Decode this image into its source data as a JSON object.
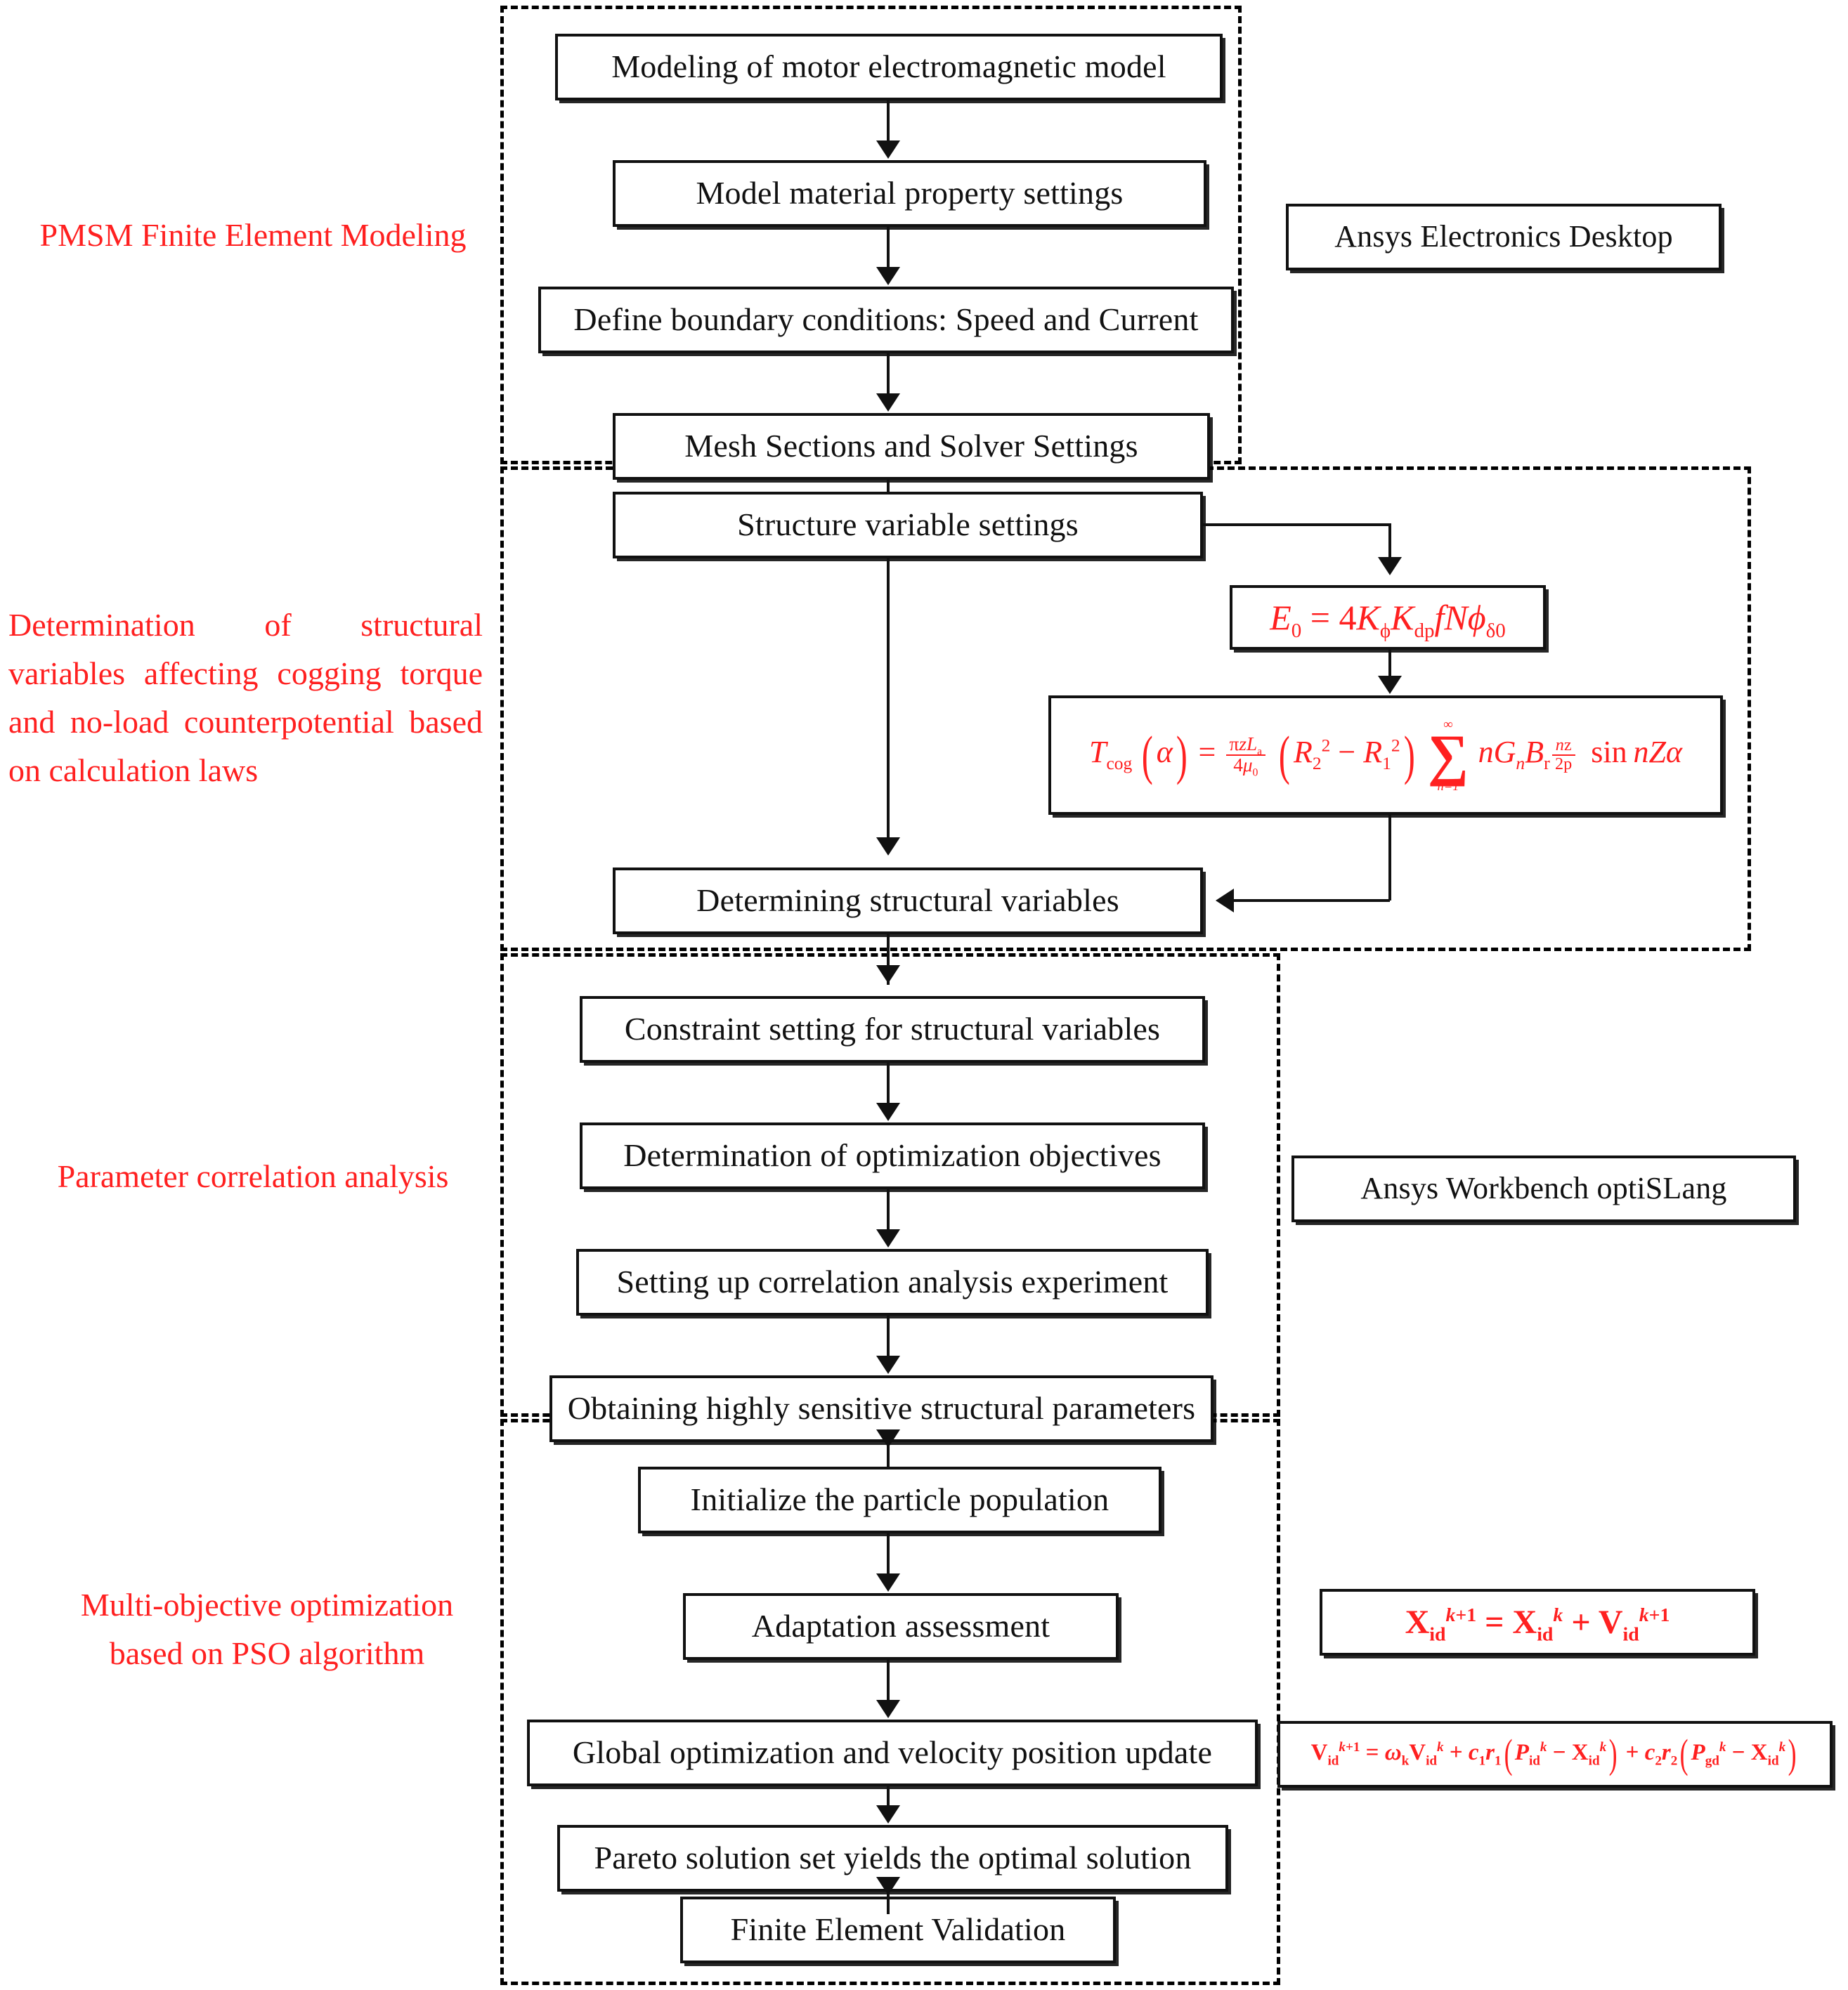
{
  "figure": {
    "type": "flowchart",
    "title": "PMSM multi-objective optimization design workflow",
    "accent_color": "#ff2020",
    "line_color": "#111111"
  },
  "sections": [
    {
      "id": "pmsm-finite-element-modeling",
      "caption": "PMSM Finite Element Modeling",
      "tool_label": "Ansys Electronics Desktop",
      "steps": [
        "Modeling of motor electromagnetic model",
        "Model material property settings",
        "Define boundary conditions: Speed and Current",
        "Mesh Sections and Solver Settings"
      ]
    },
    {
      "id": "structural-variable-determination",
      "caption": "Determination of structural variables affecting cogging torque and no-load counterpotential based on calculation laws",
      "steps": [
        "Structure variable settings",
        "Determining structural variables"
      ],
      "formulas": [
        {
          "id": "no-load-counterpotential",
          "plain": "E0 = 4 Kphi Kdp f N phi_delta0"
        },
        {
          "id": "cogging-torque",
          "plain": "Tcog(alpha) = (pi z La / 4 mu0) (R2^2 - R1^2) sum_{n=1}^{inf} n Gn B_{r nz/2p} sin nZ alpha"
        }
      ]
    },
    {
      "id": "parameter-correlation-analysis",
      "caption": "Parameter correlation analysis",
      "tool_label": "Ansys Workbench optiSLang",
      "steps": [
        "Constraint setting for structural variables",
        "Determination of optimization objectives",
        "Setting up correlation analysis experiment",
        "Obtaining highly sensitive structural parameters"
      ]
    },
    {
      "id": "pso-multi-objective-optimization",
      "caption": "Multi-objective  optimization based on PSO algorithm",
      "steps": [
        "Initialize the particle population",
        "Adaptation assessment",
        "Global optimization and velocity position update",
        "Pareto solution set yields the optimal solution",
        "Finite Element Validation"
      ],
      "formulas": [
        {
          "id": "pso-position-update",
          "plain": "X_id^{k+1} = X_id^{k} + V_id^{k+1}"
        },
        {
          "id": "pso-velocity-update",
          "plain": "V_id^{k+1} = omega_k V_id^{k} + c1 r1 ( P_id^{k} - X_id^{k} ) + c2 r2 ( P_gd^{k} - X_id^{k} )"
        }
      ]
    }
  ]
}
